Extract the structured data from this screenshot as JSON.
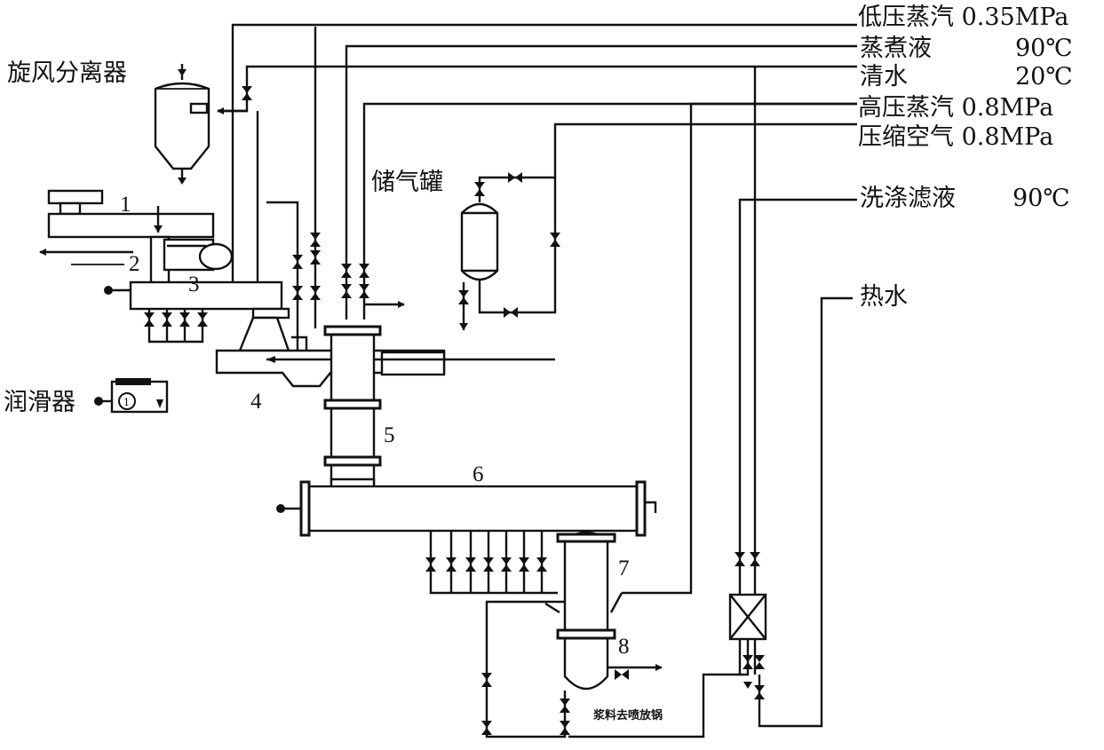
{
  "streams": {
    "low_steam": "低压蒸汽 0.35MPa",
    "cooking_liquor": "蒸煮液",
    "cooking_liquor_temp": "90℃",
    "clean_water": "清水",
    "clean_water_temp": "20℃",
    "high_steam": "高压蒸汽 0.8MPa",
    "compressed_air": "压缩空气 0.8MPa",
    "wash_filtrate": "洗涤滤液",
    "wash_filtrate_temp": "90℃",
    "hot_water": "热水"
  },
  "equipment": {
    "cyclone": "旋风分离器",
    "gas_tank": "储气罐",
    "lubricator": "润滑器",
    "pulp_outlet": "浆料去喷放锅"
  },
  "numbers": {
    "n1": "1",
    "n2": "2",
    "n3": "3",
    "n4": "4",
    "n5": "5",
    "n6": "6",
    "n7": "7",
    "n8": "8"
  }
}
